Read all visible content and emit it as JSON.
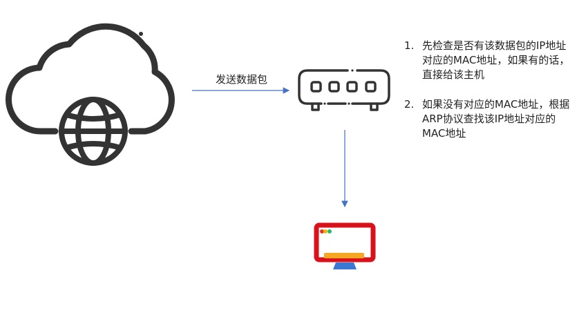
{
  "diagram": {
    "nodes": {
      "internet": {
        "icon": "cloud-globe-icon"
      },
      "switch": {
        "icon": "network-switch-icon"
      },
      "host": {
        "icon": "computer-monitor-icon"
      }
    },
    "edges": {
      "internet_to_switch": {
        "label": "发送数据包"
      },
      "switch_to_host": {
        "label": ""
      }
    },
    "notes": [
      {
        "number": "1.",
        "text": "先检查是否有该数据包的IP地址对应的MAC地址，如果有的话，直接给该主机"
      },
      {
        "number": "2.",
        "text": "如果没有对应的MAC地址，根据ARP协议查找该IP地址对应的MAC地址"
      }
    ]
  },
  "colors": {
    "icon_stroke": "#333333",
    "arrow": "#4472c4",
    "monitor_frame": "#d9111a",
    "monitor_stand_top": "#f5a623",
    "monitor_stand_base": "#3a78d4",
    "dot_red": "#e8322b",
    "dot_yellow": "#f4b400",
    "dot_green": "#2bb673"
  }
}
